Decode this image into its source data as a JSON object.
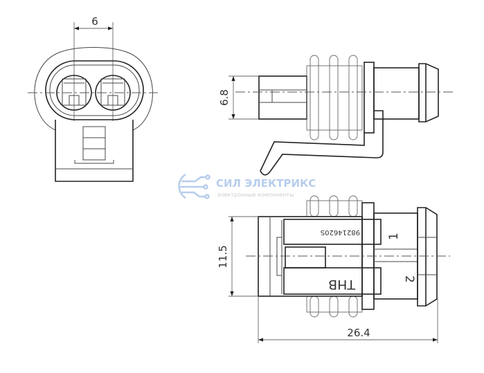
{
  "dimensions": {
    "pin_pitch": "6",
    "side_height": "6.8",
    "bottom_height": "11.5",
    "overall_length": "26.4"
  },
  "part_markings": {
    "part_number": "98214620S",
    "brand": "THB",
    "pin_1": "1",
    "pin_2": "2"
  },
  "watermark": {
    "name": "СИЛ ЭЛЕКТРИКС",
    "tagline": "электронные компоненты",
    "color": "#9fbde6"
  }
}
